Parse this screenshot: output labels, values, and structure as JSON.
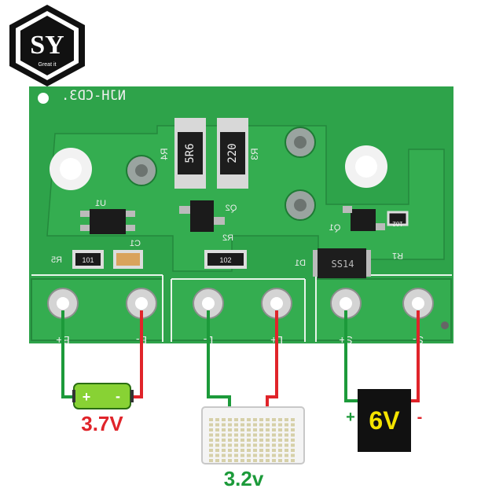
{
  "logo": {
    "letters": "SY",
    "tagline": "Great it"
  },
  "board": {
    "model": "NJH-CD3.",
    "resistors": [
      {
        "ref": "R4",
        "code": "5R6"
      },
      {
        "ref": "R3",
        "code": "220"
      },
      {
        "ref": "R2",
        "code": "102"
      },
      {
        "ref": "R5",
        "code": "101"
      },
      {
        "ref": "R1",
        "code": "102"
      }
    ],
    "labels": {
      "u1": "U1",
      "c1": "C1",
      "q2": "Q2",
      "q1": "Q1",
      "d1": "D1",
      "diode_code": "SS14"
    },
    "terminals": [
      "B+",
      "B-",
      "L-",
      "L+",
      "S+",
      "S-"
    ]
  },
  "battery": {
    "voltage": "3.7V",
    "plus": "+",
    "minus": "-"
  },
  "led_panel": {
    "voltage": "3.2v"
  },
  "solar_panel": {
    "voltage": "6V",
    "plus": "+",
    "minus": "-"
  },
  "colors": {
    "pcb": "#2ea34a",
    "pcb_dark": "#1f7a33",
    "wire_red": "#e0242a",
    "wire_green": "#1c9a3a",
    "solar_text": "#f5e400"
  }
}
